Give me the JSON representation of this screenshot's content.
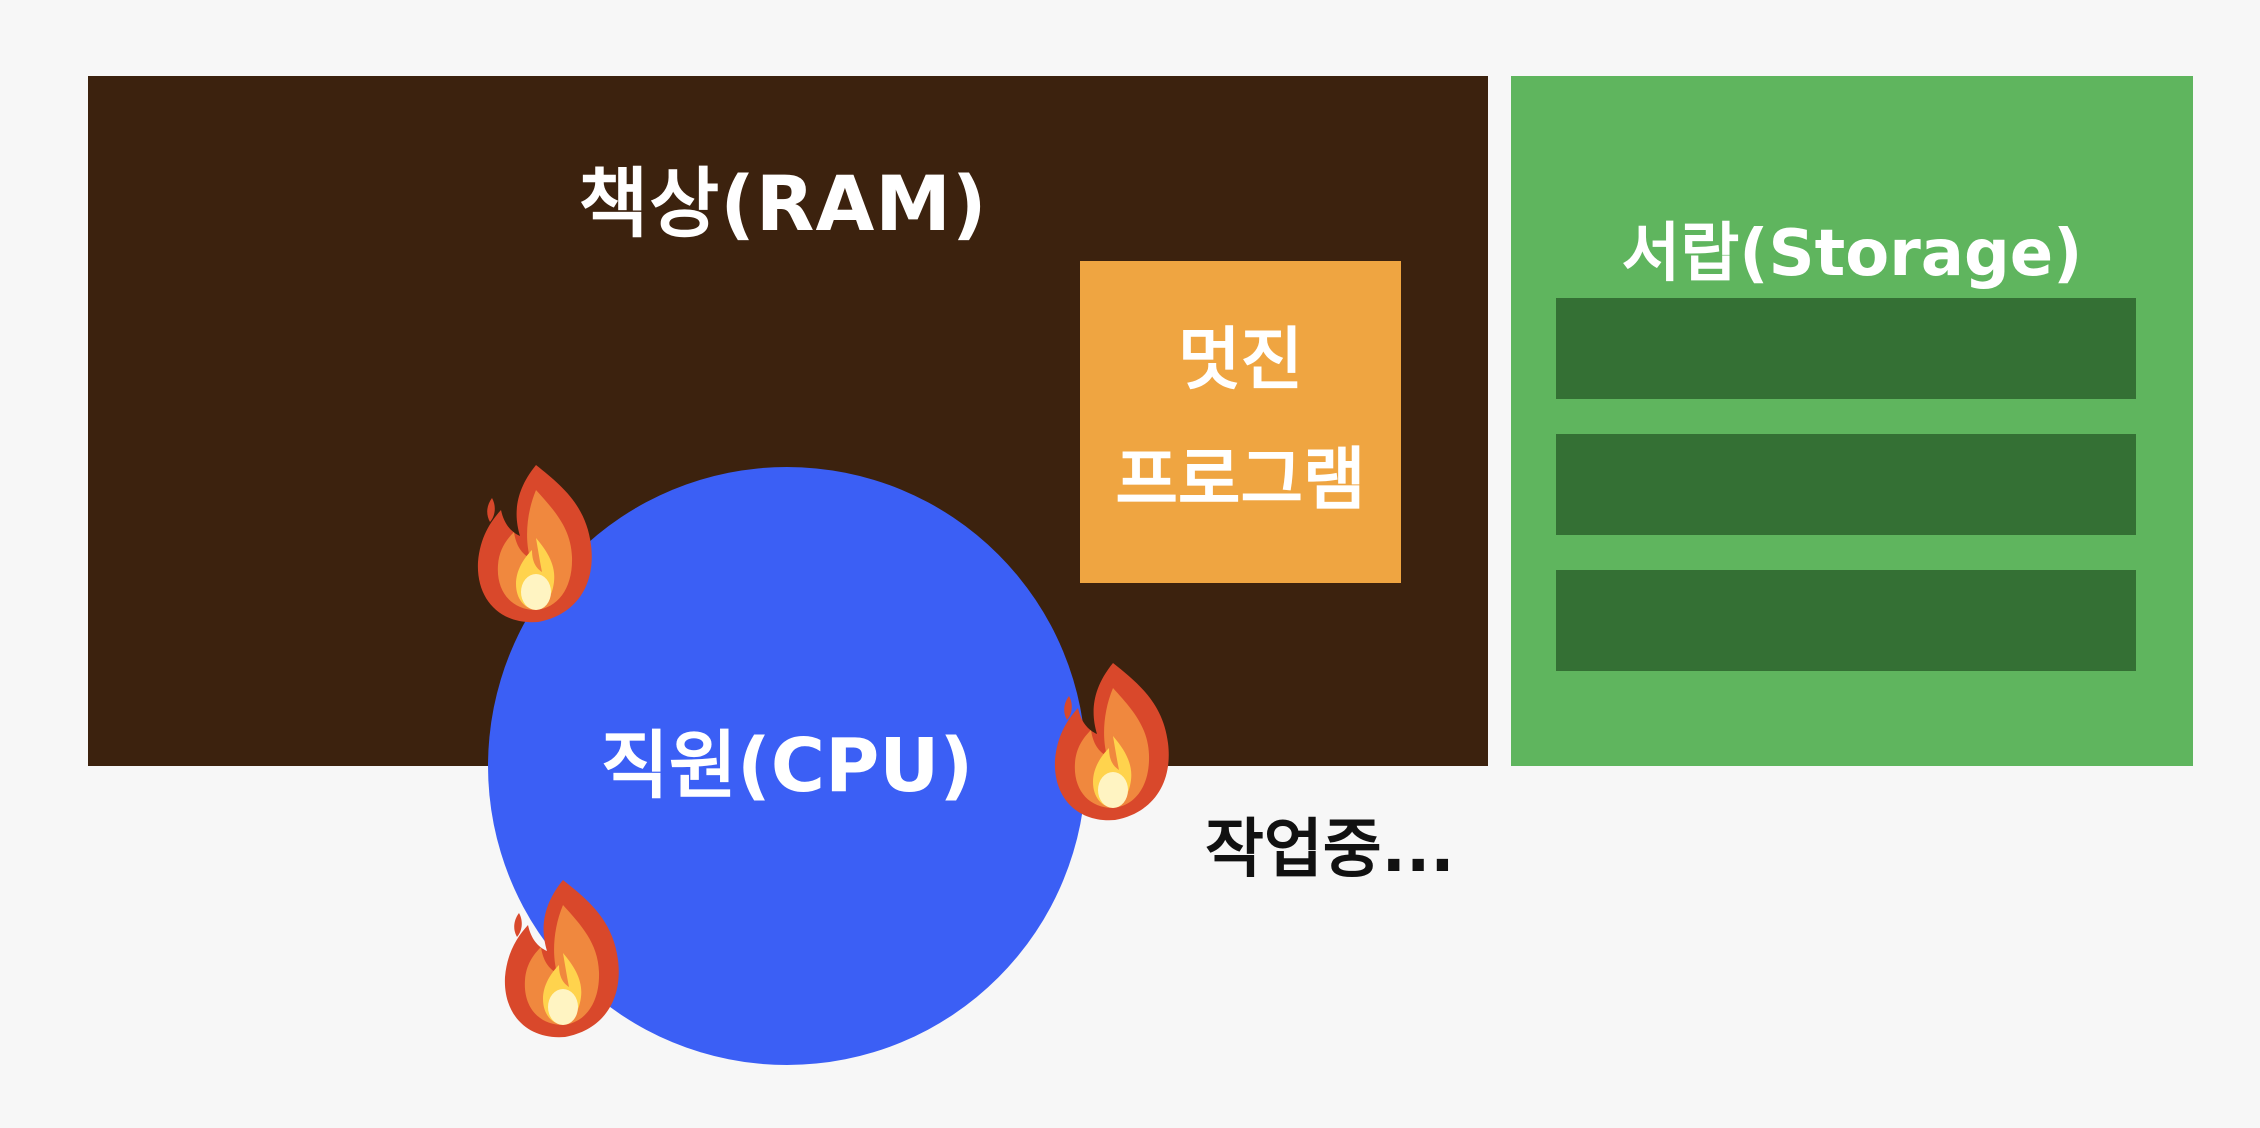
{
  "ram": {
    "title": "책상(RAM)"
  },
  "program": {
    "line1": "멋진",
    "line2": "프로그램"
  },
  "storage": {
    "title": "서랍(Storage)"
  },
  "cpu": {
    "label": "직원(CPU)"
  },
  "status": {
    "working": "작업중..."
  },
  "icons": {
    "flame": "fire-icon"
  },
  "colors": {
    "background": "#f7f7f7",
    "ram": "#3c220e",
    "program": "#efa541",
    "storage": "#5fb55e",
    "storage_slot": "#347034",
    "cpu": "#3b5ff5"
  }
}
